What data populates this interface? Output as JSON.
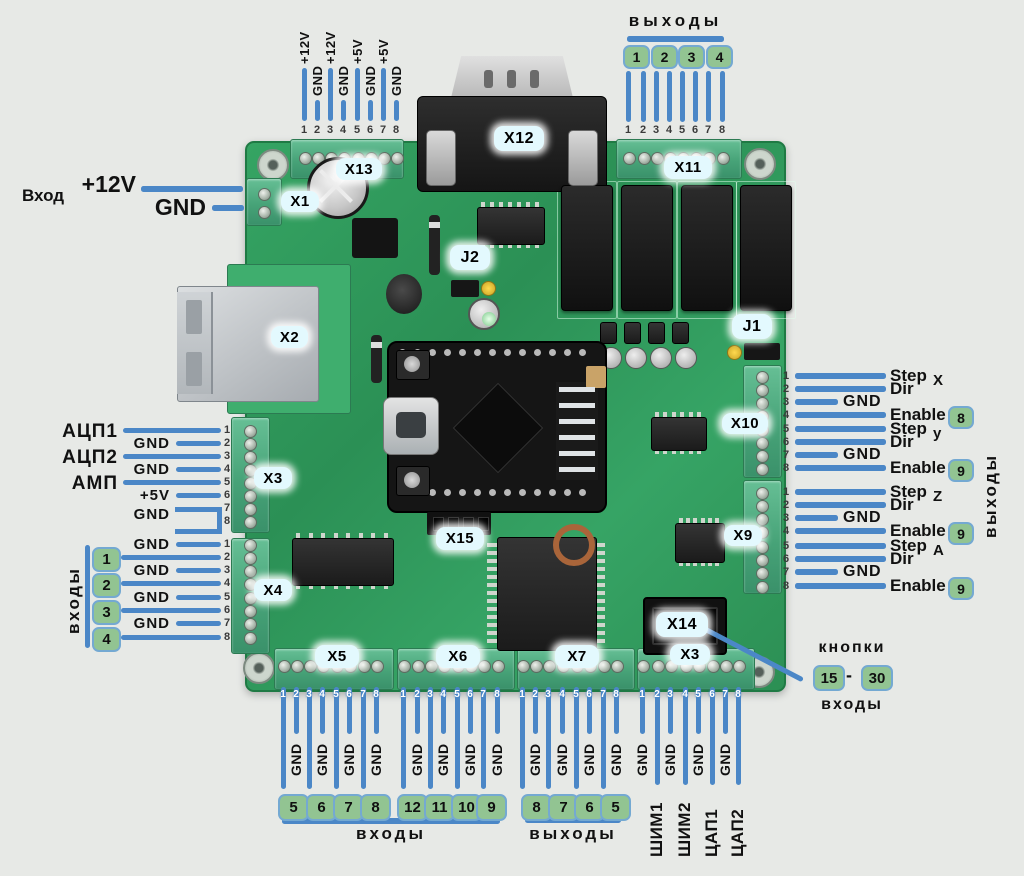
{
  "colors": {
    "accent_blue": "#4b87c7",
    "badge_fill": "#92c492",
    "badge_border": "#74a9d2",
    "board_green": "#2f9e5d",
    "bubble_bg": "#e3f9fe"
  },
  "connectors": {
    "x1": "X1",
    "x2": "X2",
    "x3_left": "X3",
    "x3_bottom": "X3",
    "x4": "X4",
    "x5": "X5",
    "x6": "X6",
    "x7": "X7",
    "x9": "X9",
    "x10": "X10",
    "x11": "X11",
    "x12": "X12",
    "x13": "X13",
    "x14": "X14",
    "x15": "X15",
    "j1": "J1",
    "j2": "J2"
  },
  "pin_numbers": [
    "1",
    "2",
    "3",
    "4",
    "5",
    "6",
    "7",
    "8"
  ],
  "power_input": {
    "caption": "Вход",
    "line1_label": "+12V",
    "line2_label": "GND"
  },
  "top_power": {
    "pins": [
      "+12V",
      "GND",
      "+12V",
      "GND",
      "+5V",
      "GND",
      "+5V",
      "GND"
    ]
  },
  "top_outputs": {
    "title": "выходы",
    "badges": [
      "1",
      "2",
      "3",
      "4"
    ]
  },
  "adc": {
    "rows": [
      "АЦП1",
      "GND",
      "АЦП2",
      "GND",
      "АМП",
      "+5V",
      "GND"
    ]
  },
  "left_inputs": {
    "title": "входы",
    "gnd": "GND",
    "badges": [
      "1",
      "2",
      "3",
      "4"
    ]
  },
  "x10_rows": [
    {
      "label": "Step",
      "sub": "X"
    },
    {
      "label": "Dir"
    },
    {
      "label": "GND"
    },
    {
      "label": "Enable",
      "badge": "8"
    },
    {
      "label": "Step",
      "sub": "y"
    },
    {
      "label": "Dir"
    },
    {
      "label": "GND"
    },
    {
      "label": "Enable",
      "badge": "9"
    }
  ],
  "x9_rows": [
    {
      "label": "Step",
      "sub": "Z"
    },
    {
      "label": "Dir"
    },
    {
      "label": "GND"
    },
    {
      "label": "Enable",
      "badge": "9"
    },
    {
      "label": "Step",
      "sub": "A"
    },
    {
      "label": "Dir"
    },
    {
      "label": "GND"
    },
    {
      "label": "Enable",
      "badge": "9"
    }
  ],
  "right_outputs_title": "выходы",
  "bottom": {
    "gnd": "GND",
    "inputs_title": "входы",
    "outputs_title": "выходы",
    "x5_badges": [
      "5",
      "6",
      "7",
      "8"
    ],
    "x6_badges": [
      "12",
      "11",
      "10",
      "9"
    ],
    "x7_badges": [
      "8",
      "7",
      "6",
      "5"
    ],
    "x3_signals": [
      "ШИМ1",
      "ШИМ2",
      "ЦАП1",
      "ЦАП2"
    ]
  },
  "buttons_callout": {
    "line1": "кнопки",
    "from": "15",
    "dash": "-",
    "to": "30",
    "line2": "входы"
  }
}
